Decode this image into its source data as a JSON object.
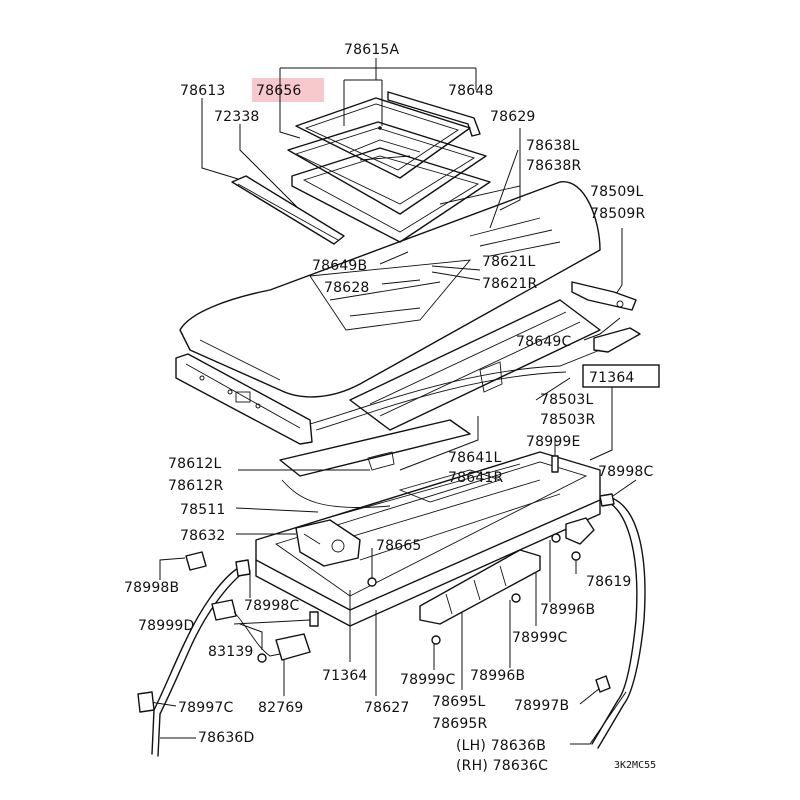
{
  "diagram_id": "3K2MC55",
  "parts": {
    "p78615A": "78615A",
    "p78613": "78613",
    "p78656": "78656",
    "p78648": "78648",
    "p72338": "72338",
    "p78629": "78629",
    "p78638L": "78638L",
    "p78638R": "78638R",
    "p78509L": "78509L",
    "p78509R": "78509R",
    "p78649B": "78649B",
    "p78621L": "78621L",
    "p78628": "78628",
    "p78621R": "78621R",
    "p78649C": "78649C",
    "p71364a": "71364",
    "p78503L": "78503L",
    "p78503R": "78503R",
    "p78999E": "78999E",
    "p78641L": "78641L",
    "p78612L": "78612L",
    "p78612R": "78612R",
    "p78641R": "78641R",
    "p78998Ca": "78998C",
    "p78511": "78511",
    "p78632": "78632",
    "p78665": "78665",
    "p78998B": "78998B",
    "p78998Cb": "78998C",
    "p78619": "78619",
    "p78996Ba": "78996B",
    "p78999D": "78999D",
    "p78999Ca": "78999C",
    "p83139": "83139",
    "p71364b": "71364",
    "p78999Cb": "78999C",
    "p78996Bb": "78996B",
    "p82769": "82769",
    "p78627": "78627",
    "p78695L": "78695L",
    "p78997B": "78997B",
    "p78997C": "78997C",
    "p78695R": "78695R",
    "p78636D": "78636D",
    "p78636B": "(LH) 78636B",
    "p78636C": "(RH) 78636C"
  }
}
